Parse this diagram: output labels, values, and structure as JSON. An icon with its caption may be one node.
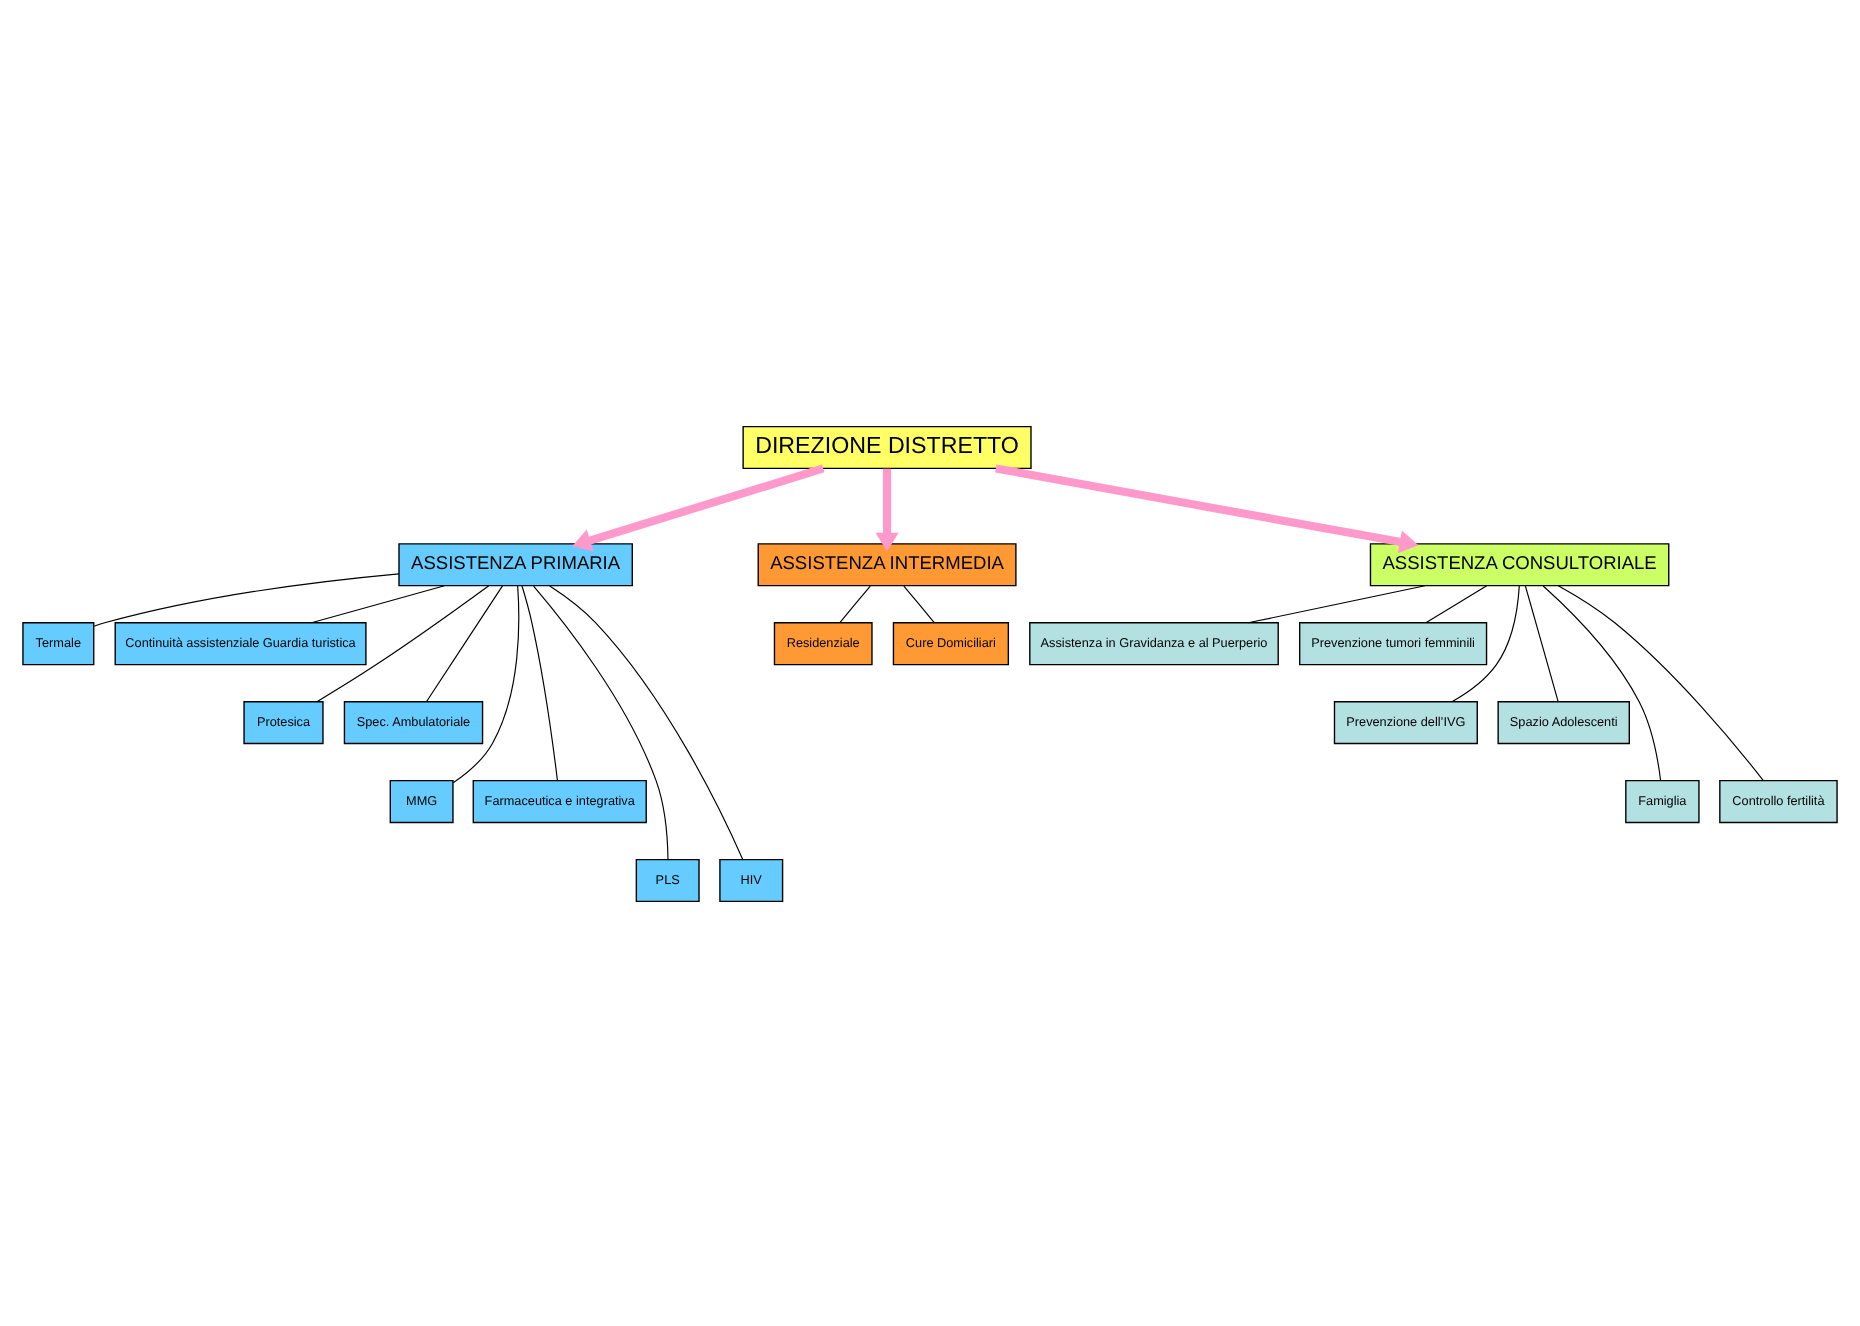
{
  "diagram": {
    "nodes": [
      {
        "text": [
          "DIREZIONE DISTRETTO"
        ]
      },
      {
        "text": [
          "ASSISTENZA PRIMARIA"
        ]
      },
      {
        "text": [
          "ASSISTENZA INTERMEDIA"
        ]
      },
      {
        "text": [
          "ASSISTENZA CONSULTORIALE"
        ]
      },
      {
        "text": [
          "Termale"
        ]
      },
      {
        "text": [
          "Continuità assistenziale Guardia turistica"
        ]
      },
      {
        "text": [
          "Protesica"
        ]
      },
      {
        "text": [
          "Spec. Ambulatoriale"
        ]
      },
      {
        "text": [
          "MMG"
        ]
      },
      {
        "text": [
          "Farmaceutica e integrativa"
        ]
      },
      {
        "text": [
          "PLS"
        ]
      },
      {
        "text": [
          "HIV"
        ]
      },
      {
        "text": [
          "Residenziale"
        ]
      },
      {
        "text": [
          "Cure Domiciliari"
        ]
      },
      {
        "text": [
          "Assistenza in Gravidanza e al Puerperio"
        ]
      },
      {
        "text": [
          "Prevenzione tumori femminili"
        ]
      },
      {
        "text": [
          "Prevenzione dell’IVG"
        ]
      },
      {
        "text": [
          "Spazio Adolescenti"
        ]
      },
      {
        "text": [
          "Famiglia"
        ]
      },
      {
        "text": [
          "Controllo fertilità"
        ]
      }
    ],
    "edges": [
      {
        "from": 0,
        "to": 1,
        "arrow": "to",
        "style": "thick",
        "color": "#ff99cc"
      },
      {
        "from": 0,
        "to": 2,
        "arrow": "to",
        "style": "thick",
        "color": "#ff99cc"
      },
      {
        "from": 0,
        "to": 3,
        "arrow": "to",
        "style": "thick",
        "color": "#ff99cc"
      },
      {
        "from": 1,
        "to": 4,
        "arrow": "none"
      },
      {
        "from": 1,
        "to": 5,
        "arrow": "none"
      },
      {
        "from": 1,
        "to": 6,
        "arrow": "none"
      },
      {
        "from": 1,
        "to": 7,
        "arrow": "none"
      },
      {
        "from": 1,
        "to": 8,
        "arrow": "none"
      },
      {
        "from": 1,
        "to": 9,
        "arrow": "none"
      },
      {
        "from": 1,
        "to": 10,
        "arrow": "none"
      },
      {
        "from": 1,
        "to": 11,
        "arrow": "none"
      },
      {
        "from": 2,
        "to": 12,
        "arrow": "none"
      },
      {
        "from": 2,
        "to": 13,
        "arrow": "none"
      },
      {
        "from": 3,
        "to": 14,
        "arrow": "none"
      },
      {
        "from": 3,
        "to": 15,
        "arrow": "none"
      },
      {
        "from": 3,
        "to": 16,
        "arrow": "none"
      },
      {
        "from": 3,
        "to": 17,
        "arrow": "none"
      },
      {
        "from": 3,
        "to": 18,
        "arrow": "none"
      },
      {
        "from": 3,
        "to": 19,
        "arrow": "none"
      }
    ]
  }
}
